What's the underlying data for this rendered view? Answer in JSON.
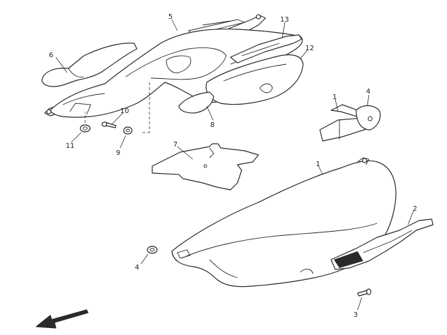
{
  "diagram": {
    "callouts": {
      "c1a": "1",
      "c1b": "1",
      "c2": "2",
      "c3": "3",
      "c4a": "4",
      "c4b": "4",
      "c5": "5",
      "c6": "6",
      "c7": "7",
      "c8": "8",
      "c9": "9",
      "c10": "10",
      "c11": "11",
      "c12": "12",
      "c13": "13"
    },
    "colors": {
      "line": "#2a2a2a",
      "background": "#ffffff"
    },
    "icons": {
      "direction_arrow": "front-direction-arrow-icon"
    }
  }
}
